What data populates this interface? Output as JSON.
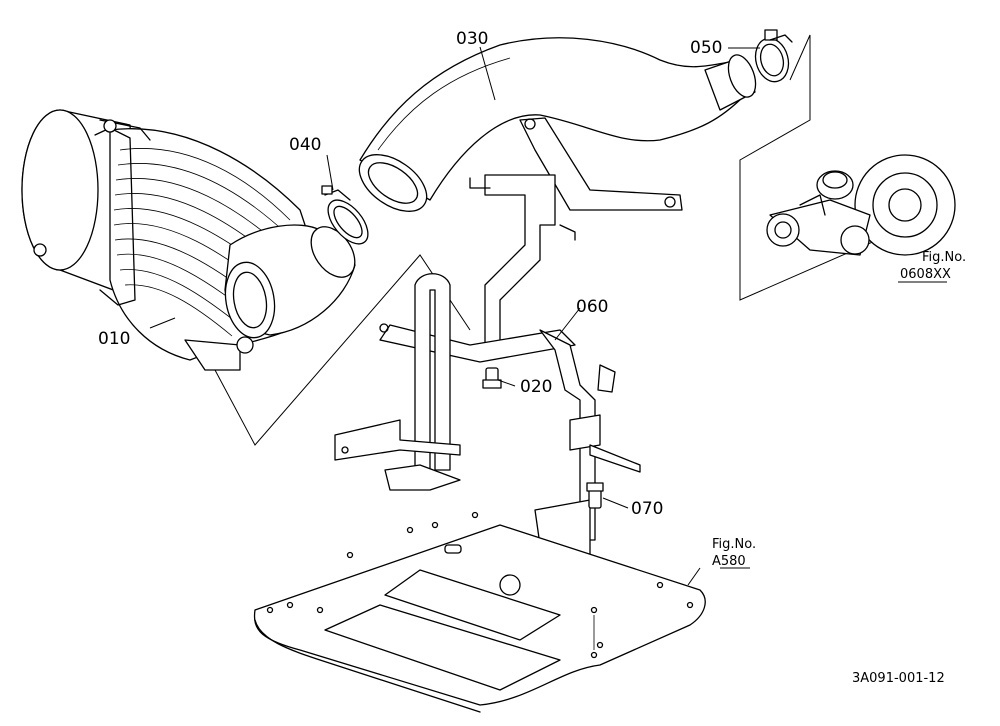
{
  "parts": [
    {
      "id": "part-010",
      "number": "010"
    },
    {
      "id": "part-020",
      "number": "020"
    },
    {
      "id": "part-030",
      "number": "030"
    },
    {
      "id": "part-040",
      "number": "040"
    },
    {
      "id": "part-050",
      "number": "050"
    },
    {
      "id": "part-060",
      "number": "060"
    },
    {
      "id": "part-070",
      "number": "070"
    }
  ],
  "figure_refs": [
    {
      "label": "Fig.No.",
      "number": "0608XX"
    },
    {
      "label": "Fig.No.",
      "number": "A580"
    }
  ],
  "drawing_code": "3A091-001-12"
}
